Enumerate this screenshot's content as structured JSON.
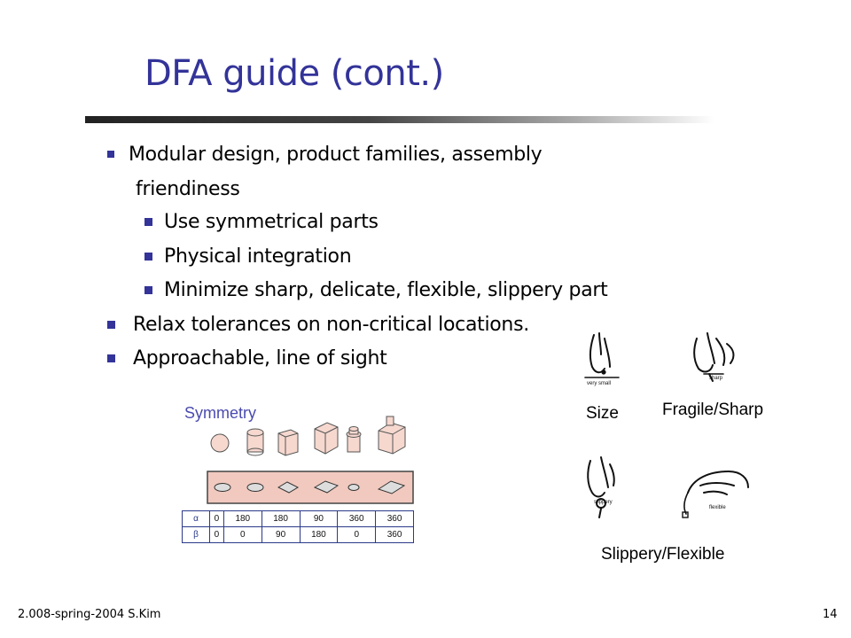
{
  "slide": {
    "title": "DFA guide (cont.)",
    "bullets": [
      {
        "text": "Modular design, product families, assembly",
        "level": 1
      },
      {
        "text": "friendiness",
        "level": 1,
        "continuation": true
      },
      {
        "text": "Use symmetrical parts",
        "level": 2
      },
      {
        "text": "Physical integration",
        "level": 2
      },
      {
        "text": "Minimize sharp, delicate, flexible, slippery part",
        "level": 2
      },
      {
        "text": "Relax tolerances on non-critical locations.",
        "level": 1
      },
      {
        "text": "Approachable, line of sight",
        "level": 1
      }
    ],
    "bullet_color": "#333399",
    "title_color": "#333399"
  },
  "figures": {
    "symmetry": {
      "caption": "Symmetry",
      "caption_color": "#4a4ab0",
      "table": {
        "rows": [
          {
            "label": "α",
            "values": [
              "0",
              "180",
              "180",
              "90",
              "360",
              "360"
            ]
          },
          {
            "label": "β",
            "values": [
              "0",
              "0",
              "90",
              "180",
              "0",
              "360"
            ]
          }
        ]
      }
    },
    "handling": {
      "captions": [
        "Size",
        "Fragile/Sharp",
        "Slippery/Flexible"
      ],
      "sketch_labels": [
        "very small",
        "sharp",
        "slippery",
        "flexible"
      ]
    }
  },
  "footer": {
    "left": "2.008-spring-2004 S.Kim",
    "page": "14"
  }
}
